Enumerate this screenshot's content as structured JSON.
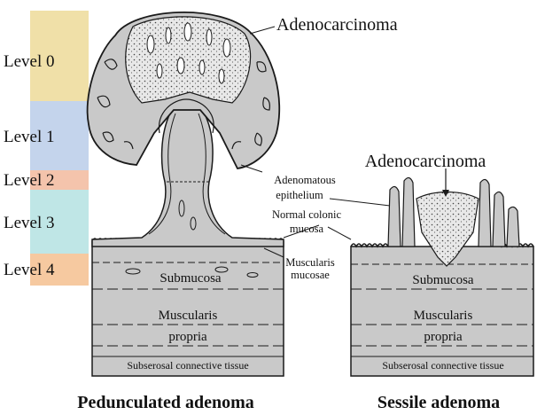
{
  "colors": {
    "level0": "#f0e0a8",
    "level1": "#c4d4ec",
    "level2": "#f4c4ac",
    "level3": "#bfe6e6",
    "level4": "#f6c9a0",
    "tissue": "#c9c9c9",
    "outline": "#1a1a1a"
  },
  "levels": [
    "Level 0",
    "Level 1",
    "Level 2",
    "Level 3",
    "Level 4"
  ],
  "pedunculated": {
    "top_label": "Adenocarcinoma",
    "submucosa": "Submucosa",
    "muscularis_line1": "Muscularis",
    "muscularis_line2": "propria",
    "subserosal": "Subserosal connective tissue",
    "caption": "Pedunculated adenoma"
  },
  "middle_labels": {
    "adenomatous_1": "Adenomatous",
    "adenomatous_2": "epithelium",
    "normal_1": "Normal colonic",
    "normal_2": "mucosa",
    "muscularis_mucosae_1": "Muscularis",
    "muscularis_mucosae_2": "mucosae"
  },
  "sessile": {
    "top_label": "Adenocarcinoma",
    "submucosa": "Submucosa",
    "muscularis_line1": "Muscularis",
    "muscularis_line2": "propria",
    "subserosal": "Subserosal connective tissue",
    "caption": "Sessile adenoma"
  }
}
